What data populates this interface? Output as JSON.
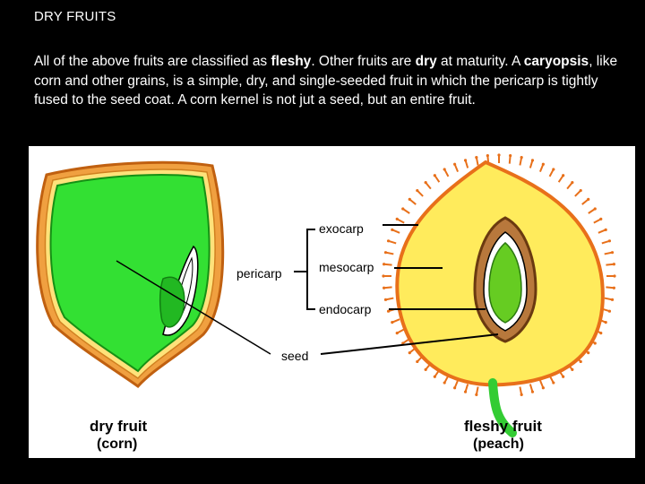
{
  "slide": {
    "title": "DRY FRUITS",
    "body": {
      "s1": "All of the above fruits are classified as ",
      "s2": "fleshy",
      "s3": ".  Other fruits are ",
      "s4": "dry",
      "s5": " at maturity.  A ",
      "s6": "caryopsis",
      "s7": ", like corn and other grains, is a simple, dry, and single-seeded fruit in which the pericarp is tightly fused to the seed coat.  A corn kernel is not jut a seed, but an entire fruit."
    }
  },
  "diagram": {
    "labels": {
      "exocarp": "exocarp",
      "mesocarp": "mesocarp",
      "endocarp": "endocarp",
      "pericarp": "pericarp",
      "seed": "seed"
    },
    "captions": {
      "dry_fruit": "dry fruit",
      "corn": "(corn)",
      "fleshy_fruit": "fleshy fruit",
      "peach": "(peach)"
    },
    "colors": {
      "corn_flesh": "#33e033",
      "corn_rind": "#f0a040",
      "peach_flesh": "#ffeb5c",
      "peach_skin": "#e8701a",
      "peach_pit": "#b8783c",
      "seed_green": "#66cc22",
      "stem": "#33cc33"
    }
  }
}
